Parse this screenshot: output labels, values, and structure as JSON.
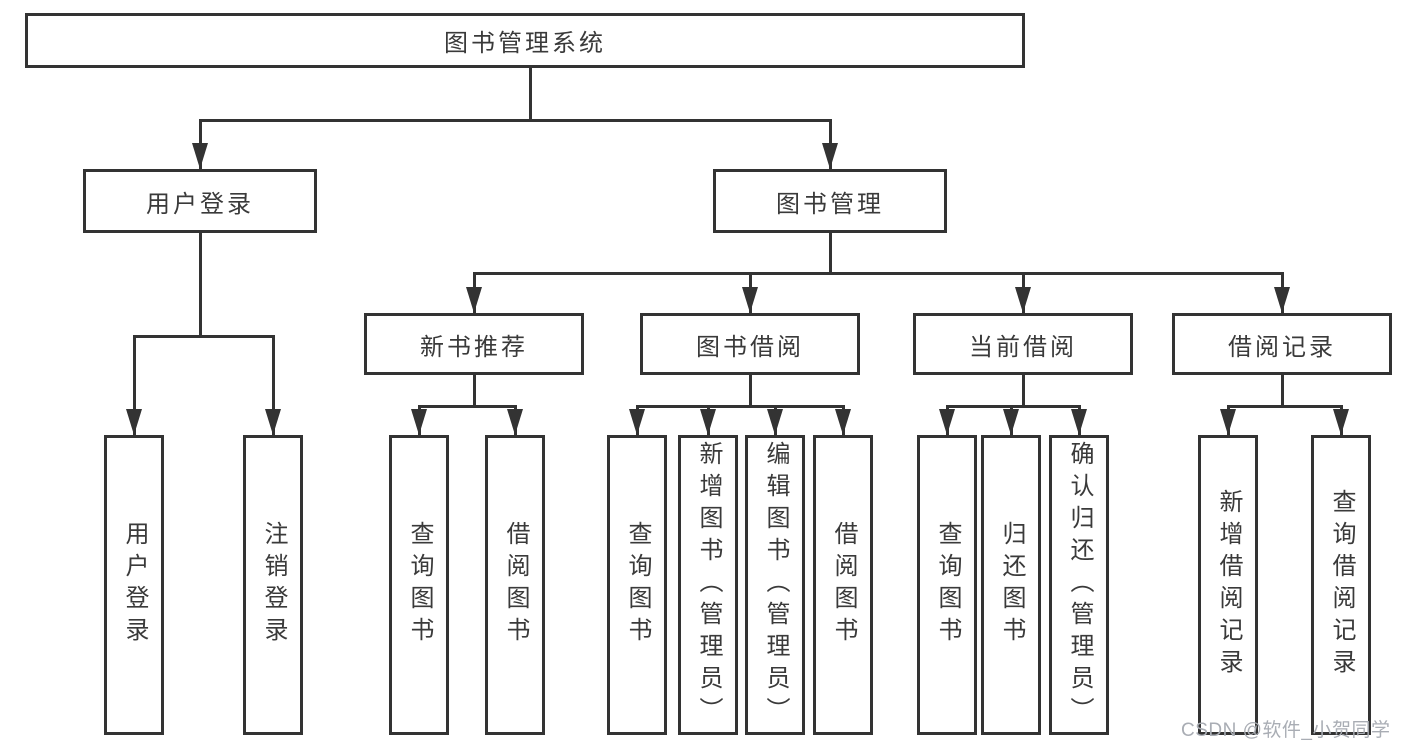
{
  "diagram": {
    "title": "图书管理系统",
    "level2": {
      "user_login": "用户登录",
      "book_management": "图书管理"
    },
    "level3": {
      "new_book_recommend": "新书推荐",
      "book_borrow": "图书借阅",
      "current_borrow": "当前借阅",
      "borrow_records": "借阅记录"
    },
    "leaves": {
      "user_login": "用户登录",
      "logout": "注销登录",
      "recommend_query_books": "查询图书",
      "recommend_borrow_books": "借阅图书",
      "borrow_query_books": "查询图书",
      "borrow_add_books": "新增图书（管理员）",
      "borrow_edit_books": "编辑图书（管理员）",
      "borrow_borrow_books": "借阅图书",
      "current_query_books": "查询图书",
      "current_return_books": "归还图书",
      "current_confirm_return": "确认归还（管理员）",
      "records_add_record": "新增借阅记录",
      "records_query_record": "查询借阅记录"
    },
    "watermark": "CSDN @软件_小贺同学",
    "colors": {
      "line": "#333333",
      "text": "#3a3a3a",
      "watermark": "#a9adb4",
      "background": "#ffffff"
    }
  }
}
